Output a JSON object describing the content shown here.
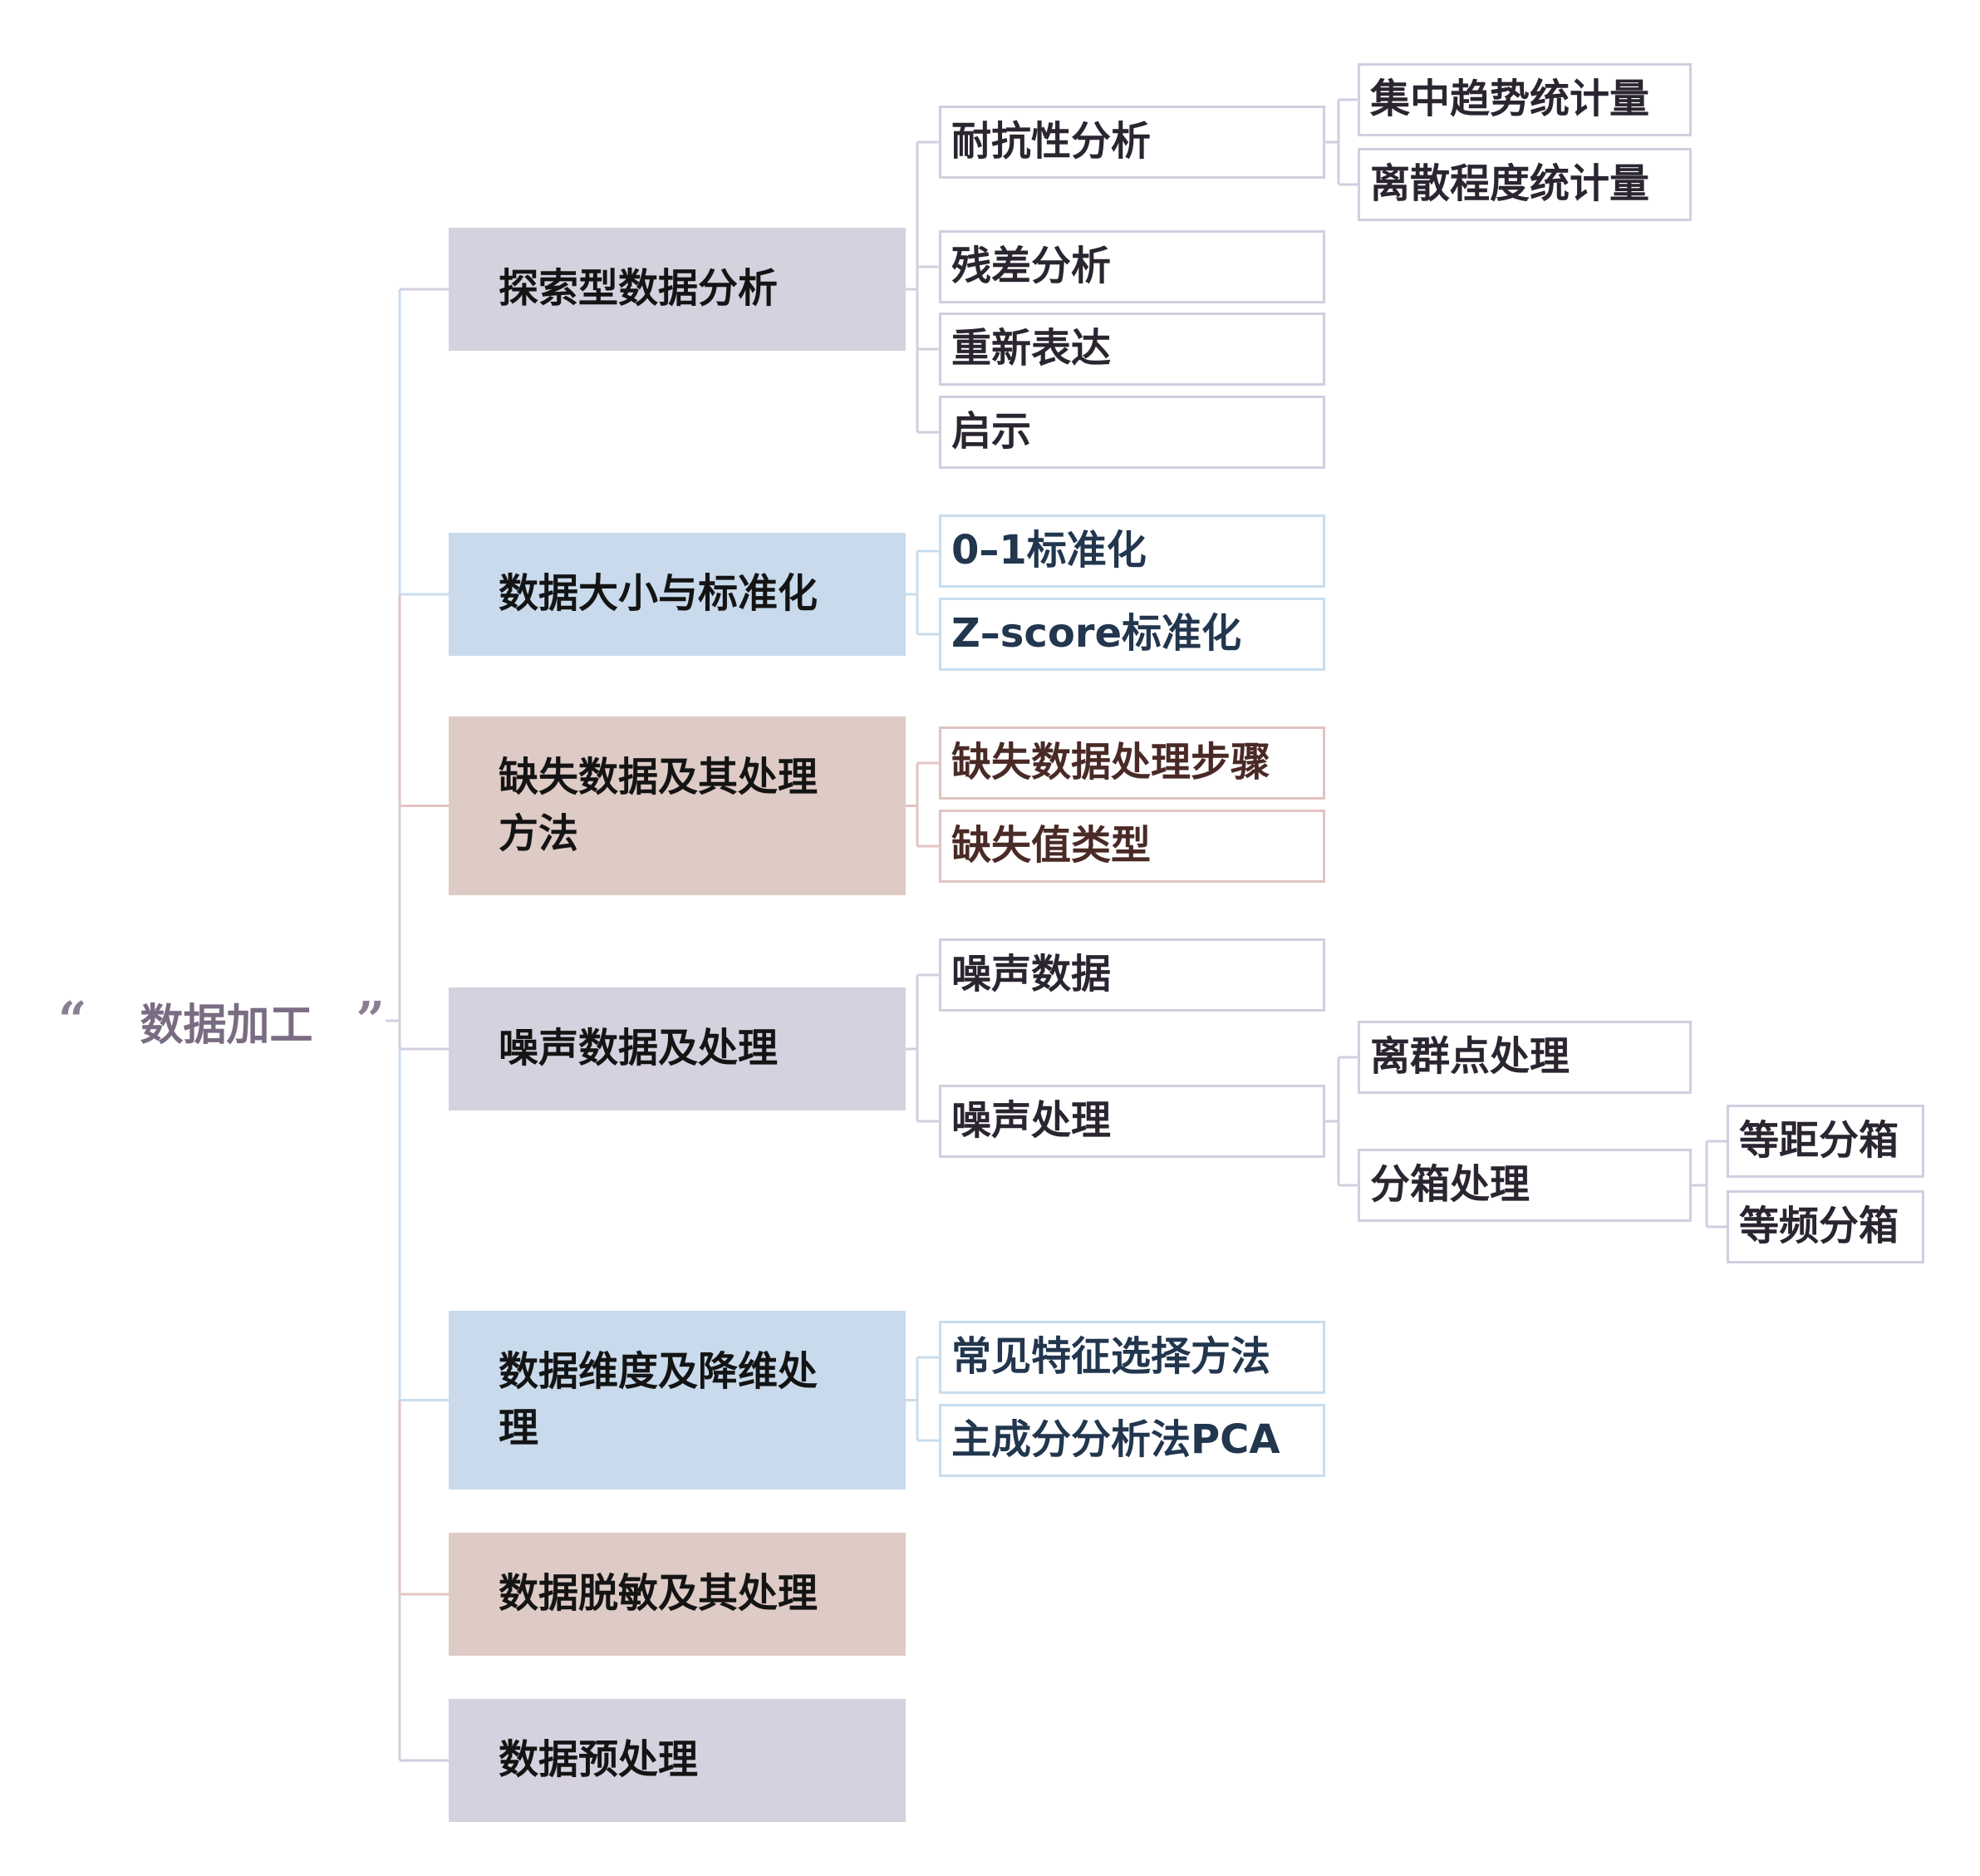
{
  "root": {
    "open_quote": "“",
    "label": "数据加工",
    "close_quote": "”"
  },
  "colors": {
    "lavender_fill": "#d6d1de",
    "lavender_line": "#d4cde0",
    "lavender_text": "#2a2530",
    "blue_fill": "#c8daec",
    "blue_line": "#c8ddef",
    "blue_text": "#22364e",
    "rose_fill": "#decbc6",
    "rose_line": "#e2c4c2",
    "rose_text": "#4a2a26",
    "root_text": "#7a6c82"
  },
  "branches": [
    {
      "label": "探索型数据分析",
      "theme": "lavender",
      "children": [
        {
          "label": "耐抗性分析",
          "children": [
            {
              "label": "集中趋势统计量"
            },
            {
              "label": "离散程度统计量"
            }
          ]
        },
        {
          "label": "残差分析"
        },
        {
          "label": "重新表达"
        },
        {
          "label": "启示"
        }
      ]
    },
    {
      "label": "数据大小与标准化",
      "theme": "blue",
      "children": [
        {
          "label": "0–1标准化"
        },
        {
          "label": "Z–score标准化"
        }
      ]
    },
    {
      "label": "缺失数据及其处理方法",
      "label_lines": [
        "缺失数据及其处理",
        "方法"
      ],
      "theme": "rose",
      "children": [
        {
          "label": "缺失数据处理步骤"
        },
        {
          "label": "缺失值类型"
        }
      ]
    },
    {
      "label": "噪声数据及处理",
      "theme": "lavender",
      "children": [
        {
          "label": "噪声数据"
        },
        {
          "label": "噪声处理",
          "children": [
            {
              "label": "离群点处理"
            },
            {
              "label": "分箱处理",
              "children": [
                {
                  "label": "等距分箱"
                },
                {
                  "label": "等频分箱"
                }
              ]
            }
          ]
        }
      ]
    },
    {
      "label": "数据维度及降维处理",
      "label_lines": [
        "数据维度及降维处",
        "理"
      ],
      "theme": "blue",
      "children": [
        {
          "label": "常见特征选择方法"
        },
        {
          "label": "主成分分析法PCA"
        }
      ]
    },
    {
      "label": "数据脱敏及其处理",
      "theme": "rose",
      "children": []
    },
    {
      "label": "数据预处理",
      "theme": "lavender",
      "children": []
    }
  ]
}
